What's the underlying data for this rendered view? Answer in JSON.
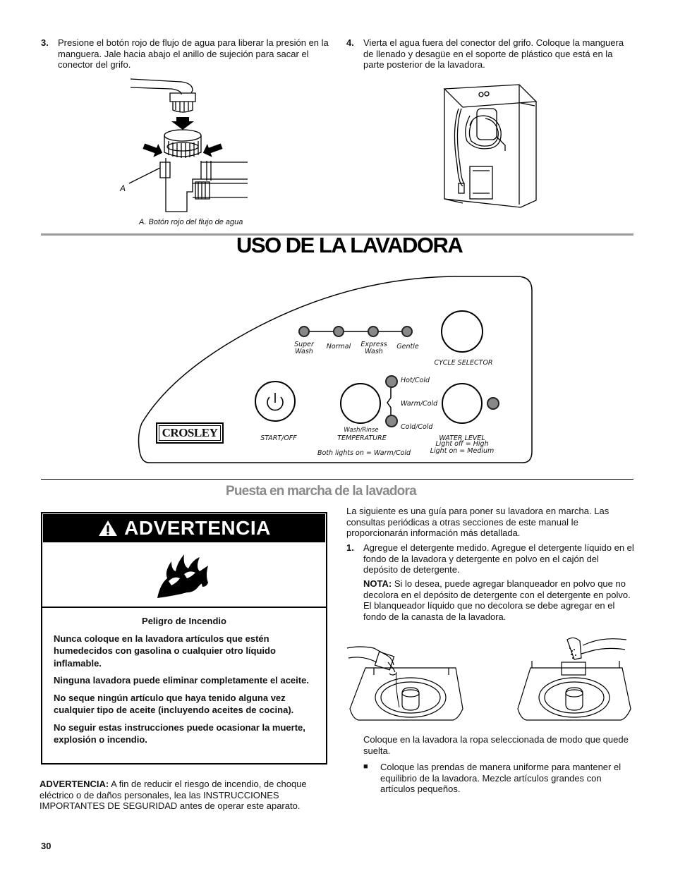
{
  "step3": {
    "num": "3.",
    "text": "Presione el botón rojo de flujo de agua para liberar la presión en la manguera. Jale hacia abajo el anillo de sujeción para sacar el conector del grifo."
  },
  "step4": {
    "num": "4.",
    "text": "Vierta el agua fuera del conector del grifo. Coloque la manguera de llenado y desagüe en el soporte de plástico que está en la parte posterior de la lavadora."
  },
  "figure_faucet": {
    "callout": "A",
    "caption": "A. Botón rojo del flujo de agua"
  },
  "section_title": "USO DE LA LAVADORA",
  "control_panel": {
    "brand": "CROSLEY",
    "cycles": [
      {
        "line1": "Super",
        "line2": "Wash"
      },
      {
        "line1": "Normal",
        "line2": ""
      },
      {
        "line1": "Express",
        "line2": "Wash"
      },
      {
        "line1": "Gentle",
        "line2": ""
      }
    ],
    "cycle_selector": "CYCLE SELECTOR",
    "start_off": "START/OFF",
    "wash_rinse": "Wash/Rinse",
    "temperature": "TEMPERATURE",
    "temp_options": [
      "Hot/Cold",
      "Warm/Cold",
      "Cold/Cold"
    ],
    "both_lights": "Both lights on = Warm/Cold",
    "water_level": "WATER LEVEL",
    "light_off": "Light off = High",
    "light_on": "Light on = Medium"
  },
  "subsection_title": "Puesta en marcha de la lavadora",
  "warning": {
    "header": "ADVERTENCIA",
    "title": "Peligro de Incendio",
    "paragraphs": [
      "Nunca coloque en la lavadora artículos que estén humedecidos con gasolina o cualquier otro líquido inflamable.",
      "Ninguna lavadora puede eliminar completamente el aceite.",
      "No seque ningún artículo que haya tenido alguna vez cualquier tipo de aceite (incluyendo aceites de cocina).",
      "No seguir estas instrucciones puede ocasionar la muerte, explosión o incendio."
    ]
  },
  "advertencia_note": {
    "label": "ADVERTENCIA:",
    "text": " A fin de reducir el riesgo de incendio, de choque eléctrico o de daños personales, lea las INSTRUCCIONES IMPORTANTES DE SEGURIDAD antes de operar este aparato."
  },
  "intro": "La siguiente es una guía para poner su lavadora en marcha. Las consultas periódicas a otras secciones de este manual le proporcionarán información más detallada.",
  "step1": {
    "num": "1.",
    "text": "Agregue el detergente medido. Agregue el detergente líquido en el fondo de la lavadora y detergente en polvo en el cajón del depósito de detergente."
  },
  "nota": {
    "label": "NOTA:",
    "text": " Si lo desea, puede agregar blanqueador en polvo que no decolora en el depósito de detergente con el detergente en polvo. El blanqueador líquido que no decolora se debe agregar en el fondo de la canasta de la lavadora."
  },
  "load_text": "Coloque en la lavadora la ropa seleccionada de modo que quede suelta.",
  "bullet": {
    "mark": "■",
    "text": "Coloque las prendas de manera uniforme para mantener el equilibrio de la lavadora. Mezcle artículos grandes con artículos pequeños."
  },
  "page_number": "30"
}
